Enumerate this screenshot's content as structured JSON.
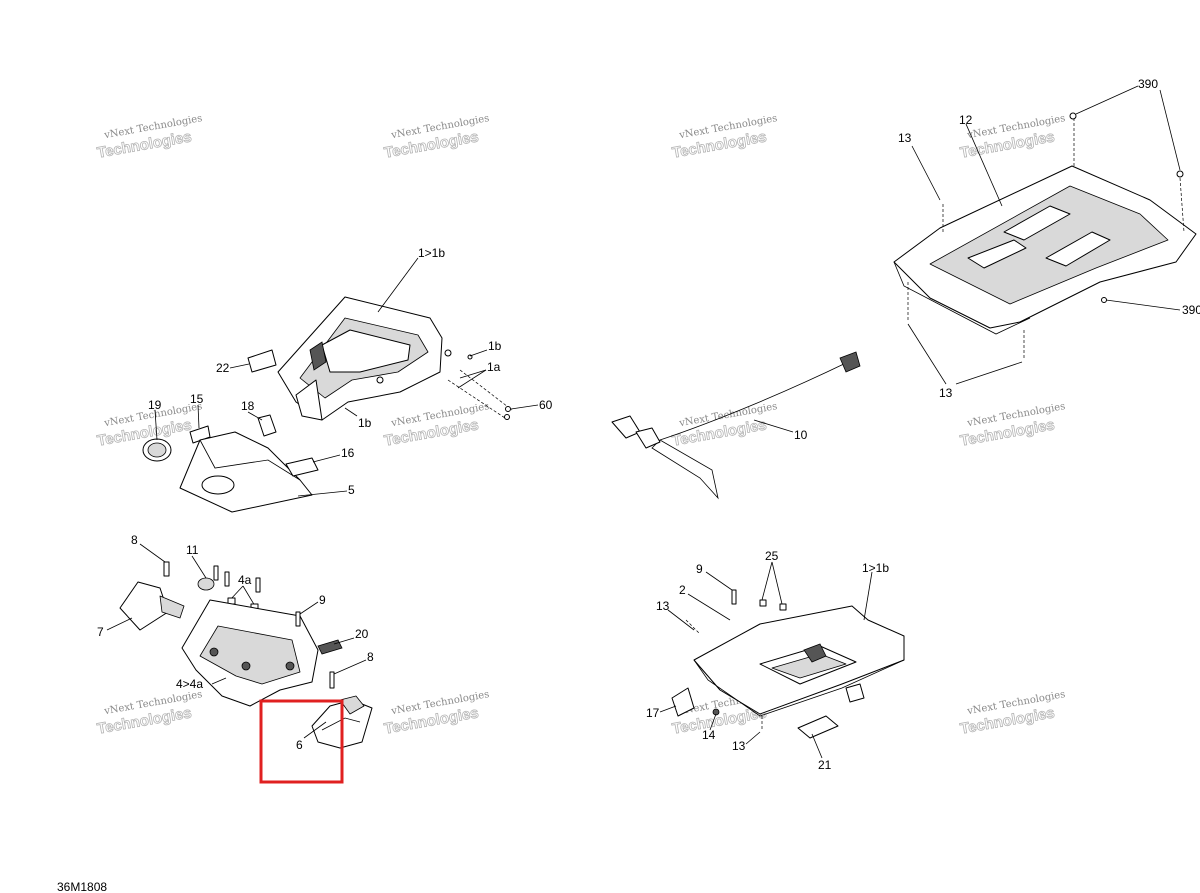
{
  "drawing_ref": "36M1808",
  "watermark": {
    "line1": "vNext Technologies",
    "line2": "Technologies",
    "line3": "vNext"
  },
  "callouts": {
    "c1": "1>1b",
    "c2": "1b",
    "c3": "1a",
    "c4": "60",
    "c5": "1b",
    "c6": "22",
    "c7": "15",
    "c8": "19",
    "c9": "18",
    "c10": "16",
    "c11": "5",
    "c12": "8",
    "c13": "11",
    "c14": "4a",
    "c15": "9",
    "c16": "20",
    "c17": "8",
    "c18": "7",
    "c19": "4>4a",
    "c20": "6",
    "c21": "10",
    "c22": "390",
    "c23": "12",
    "c24": "13",
    "c25": "390",
    "c26": "13",
    "c27": "9",
    "c28": "25",
    "c29": "1>1b",
    "c30": "2",
    "c31": "13",
    "c32": "17",
    "c33": "14",
    "c34": "13",
    "c35": "21"
  },
  "highlight_color": "#e02020"
}
